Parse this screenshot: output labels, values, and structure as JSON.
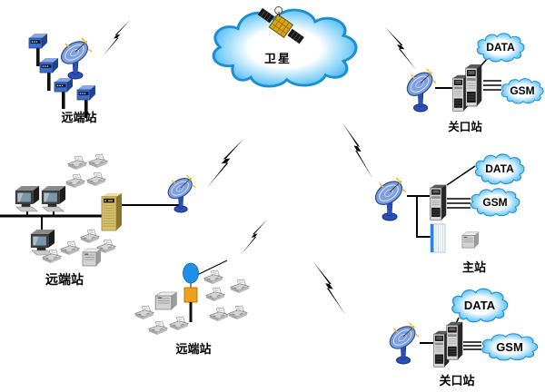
{
  "diagram": {
    "satellite": {
      "label": "卫星"
    },
    "stations": {
      "remote_top_left": {
        "label": "远端站"
      },
      "remote_mid_left": {
        "label": "远端站"
      },
      "remote_bottom": {
        "label": "远端站"
      },
      "gateway_top": {
        "label": "关口站",
        "data_cloud": "DATA",
        "gsm_cloud": "GSM"
      },
      "master": {
        "label": "主站",
        "data_cloud": "DATA",
        "gsm_cloud": "GSM"
      },
      "gateway_bottom": {
        "label": "关口站",
        "data_cloud": "DATA",
        "gsm_cloud": "GSM"
      }
    },
    "colors": {
      "cloud_edge": "#2aa3ec",
      "cloud_stroke": "#1b8fd4",
      "lightning": "#000000",
      "dish_body": "#7fa0dc",
      "dish_base": "#2a50b5",
      "rtu_blue": "#3e6cc8",
      "antenna_orange": "#f0a11c",
      "antenna_dish_blue": "#1f8fe8",
      "server_tan": "#d6c26e",
      "satellite_gold": "#d8a418",
      "label_text": "#000000"
    },
    "icons": {
      "satellite-icon": "satellite with solar panels",
      "satellite-dish-icon": "ground station dish",
      "lightning-bolt-icon": "wireless satellite link",
      "rtu-device-icon": "remote terminal unit",
      "desktop-pc-icon": "desktop computer",
      "fax-phone-icon": "fax / phone terminal",
      "server-tower-icon": "server tower",
      "lan-server-icon": "LAN server",
      "striped-server-icon": "front-end server",
      "small-box-icon": "terminal box",
      "pole-antenna-icon": "pole antenna",
      "cloud-icon": "network cloud"
    }
  }
}
